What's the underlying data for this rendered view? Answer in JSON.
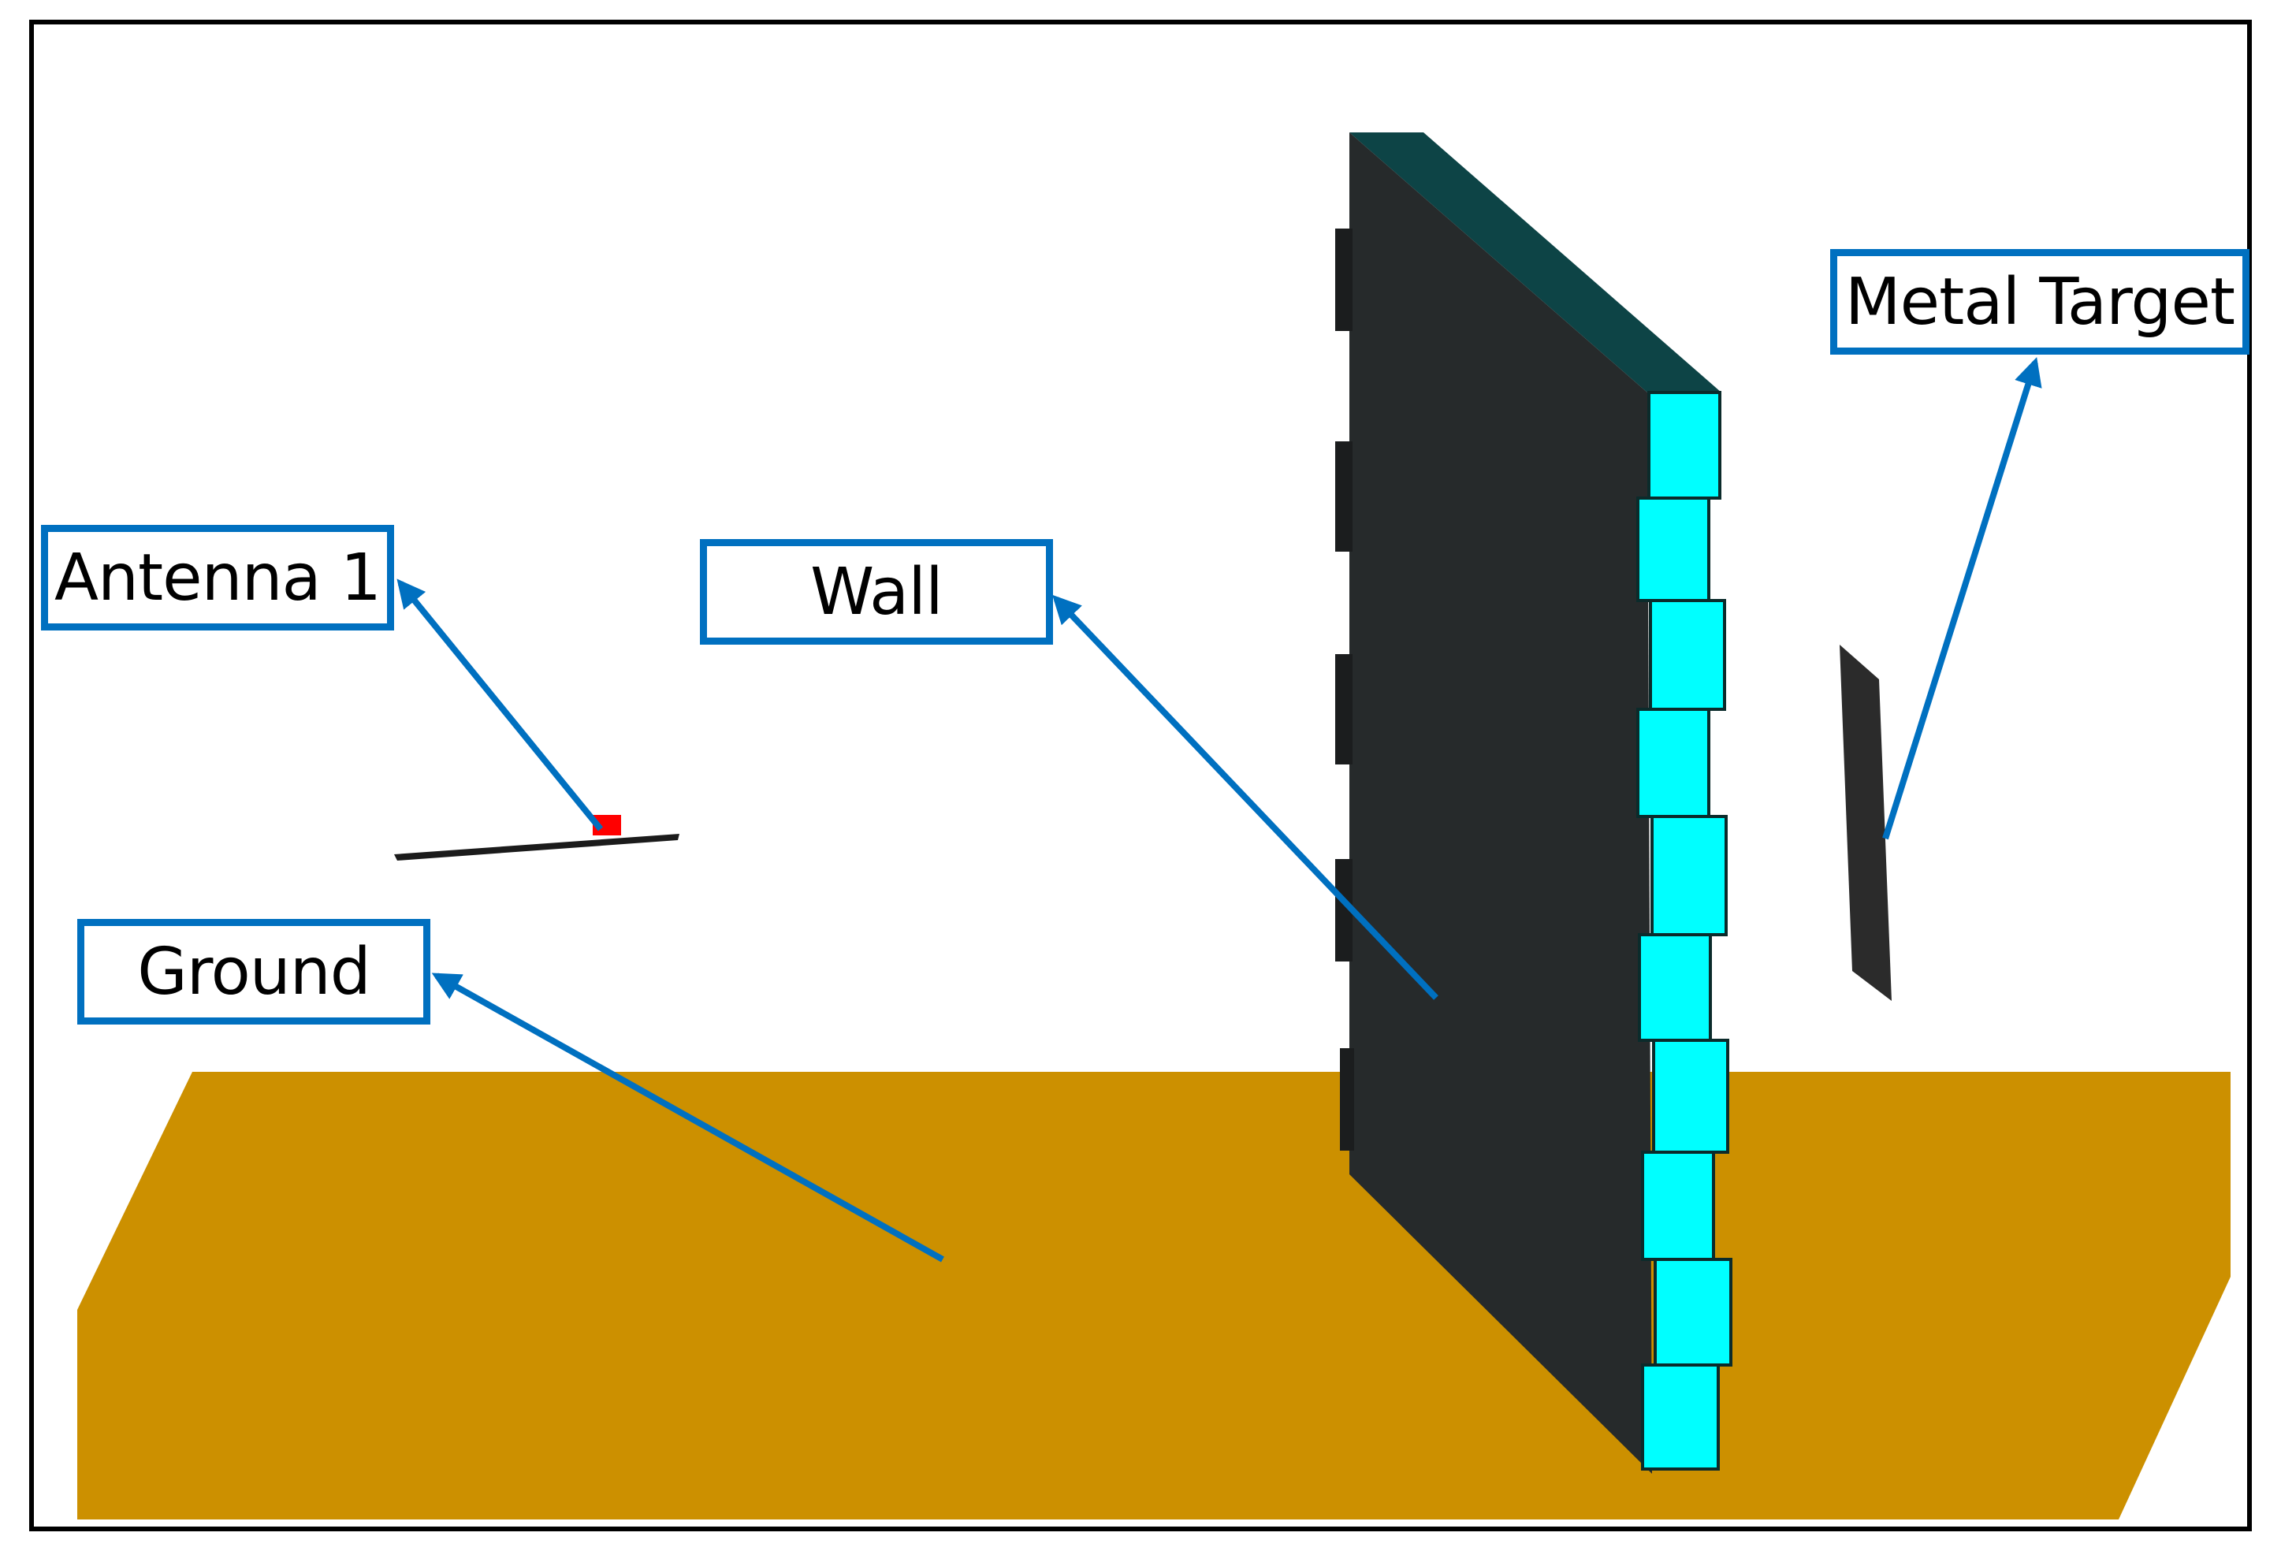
{
  "labels": {
    "antenna": "Antenna 1",
    "wall": "Wall",
    "ground": "Ground",
    "metal_target": "Metal Target"
  },
  "colors": {
    "frame": "#000000",
    "ground": "#cc9000",
    "wall_face": "#262a2b",
    "wall_top": "#0d4446",
    "wall_blocks": "#00ffff",
    "label_border": "#0070c0",
    "arrow": "#0070c0",
    "antenna_feed": "#ff0000",
    "target": "#2b2b2b"
  }
}
